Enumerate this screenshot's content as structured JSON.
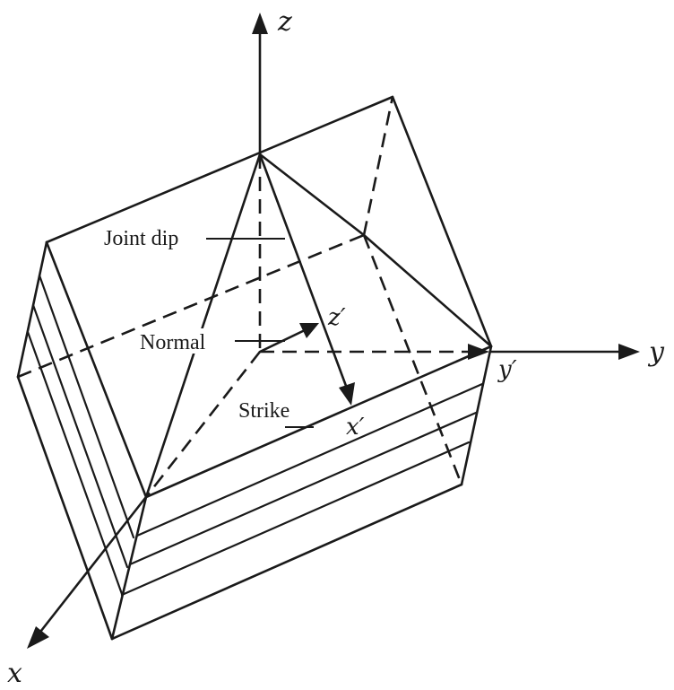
{
  "axes": {
    "x": "x",
    "y": "y",
    "z": "z",
    "x_prime": "x′",
    "y_prime": "y′",
    "z_prime": "z′"
  },
  "labels": {
    "joint_dip": "Joint dip",
    "normal": "Normal",
    "strike": "Strike"
  },
  "colors": {
    "ink": "#1a1a1a",
    "background": "#ffffff"
  }
}
